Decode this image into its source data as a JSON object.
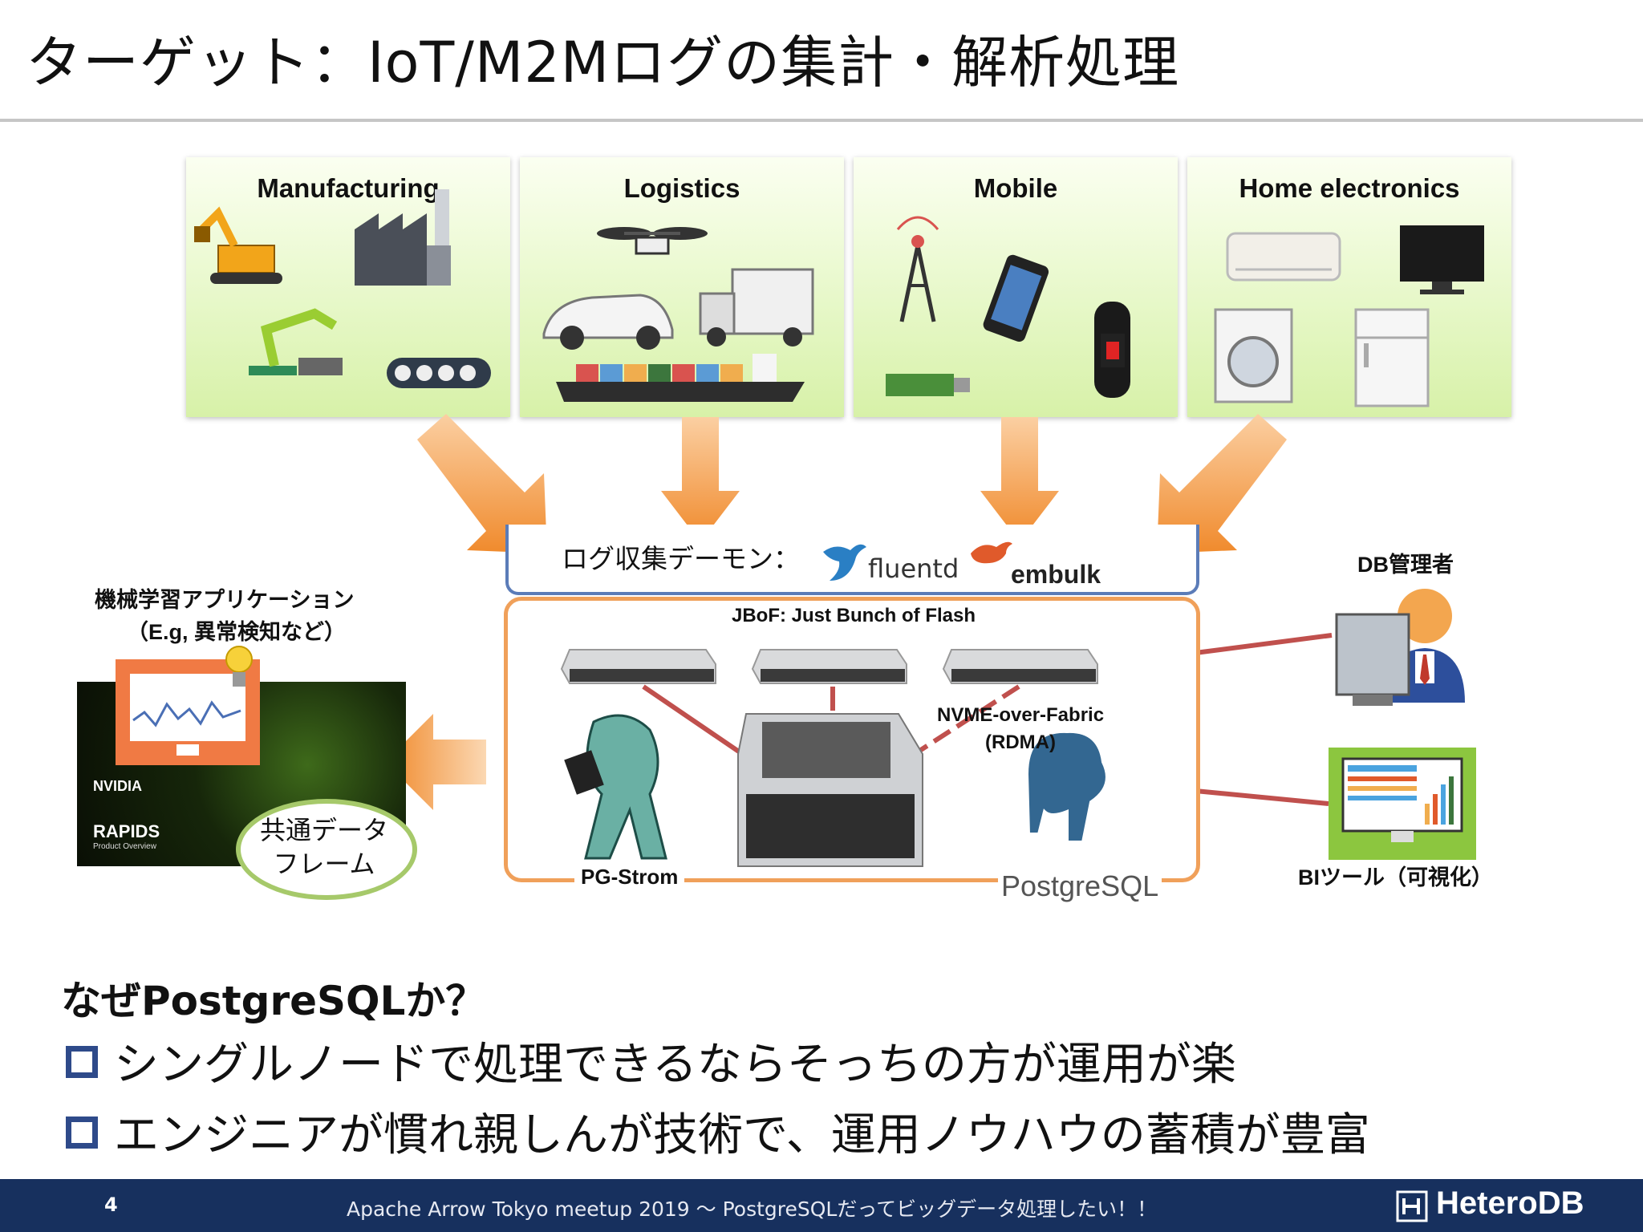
{
  "slide": {
    "title": "ターゲット：IoT/M2Mログの集計・解析処理",
    "panels": [
      {
        "title": "Manufacturing"
      },
      {
        "title": "Logistics"
      },
      {
        "title": "Mobile"
      },
      {
        "title": "Home electronics"
      }
    ],
    "collector": {
      "label": "ログ収集デーモン：",
      "logo1": "fluentd",
      "logo2": "embulk"
    },
    "storage": {
      "jbof_label": "JBoF: Just Bunch of Flash",
      "nvme_label_1": "NVME-over-Fabric",
      "nvme_label_2": "(RDMA)",
      "pgstrom_label": "PG-Strom",
      "postgres_logo": "PostgreSQL"
    },
    "ml_app": {
      "label_1": "機械学習アプリケーション",
      "label_2": "（E.g, 異常検知など）",
      "nvidia": "NVIDIA",
      "rapids": "RAPIDS",
      "rapids_sub": "Product Overview",
      "dataframe_1": "共通データ",
      "dataframe_2": "フレーム"
    },
    "dba_label": "DB管理者",
    "bi_label": "BIツール（可視化）",
    "question": "なぜPostgreSQLか？",
    "bullets": [
      "シングルノードで処理できるならそっちの方が運用が楽",
      "エンジニアが慣れ親しんが技術で、運用ノウハウの蓄積が豊富"
    ],
    "footer": {
      "page_number": "4",
      "text": "Apache Arrow Tokyo meetup 2019 ～ PostgreSQLだってビッグデータ処理したい！！",
      "brand": "HeteroDB"
    },
    "colors": {
      "accent_orange": "#f08a2c",
      "footer_bg": "#17305e",
      "bullet_blue": "#2e4a8a",
      "link_red": "#c0504d"
    }
  }
}
